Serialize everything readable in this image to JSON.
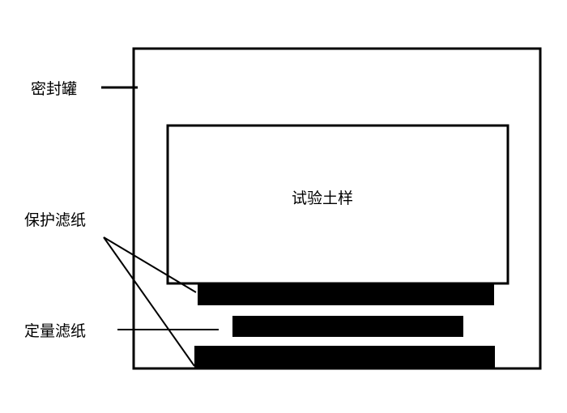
{
  "labels": {
    "sealed_tank": "密封罐",
    "soil_sample": "试验土样",
    "protective_filter_paper": "保护滤纸",
    "quantitative_filter_paper": "定量滤纸"
  },
  "colors": {
    "line": "#000000",
    "fill": "#000000",
    "background": "#ffffff"
  }
}
